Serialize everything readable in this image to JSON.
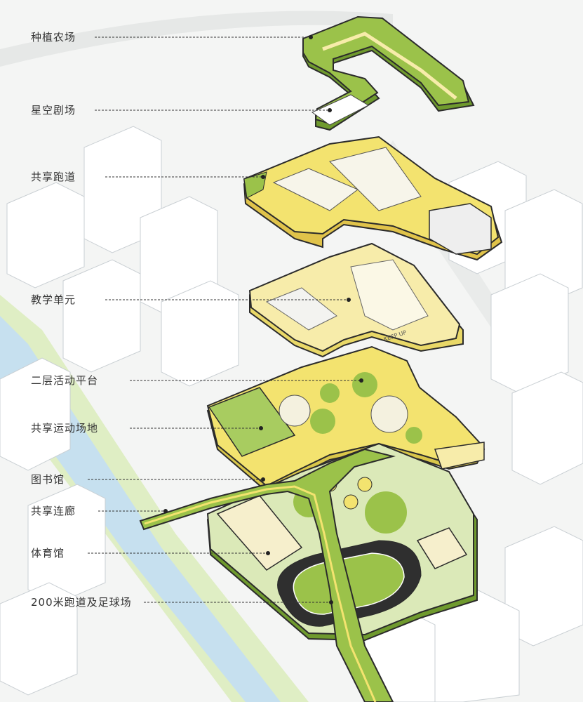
{
  "labels": [
    {
      "id": "farm",
      "text": "种植农场"
    },
    {
      "id": "theater",
      "text": "星空剧场"
    },
    {
      "id": "track",
      "text": "共享跑道"
    },
    {
      "id": "teaching",
      "text": "教学单元"
    },
    {
      "id": "platform",
      "text": "二层活动平台"
    },
    {
      "id": "sports",
      "text": "共享运动场地"
    },
    {
      "id": "library",
      "text": "图书馆"
    },
    {
      "id": "corridor",
      "text": "共享连廊"
    },
    {
      "id": "gym",
      "text": "体育馆"
    },
    {
      "id": "field",
      "text": "200米跑道及足球场"
    }
  ],
  "decor_text": {
    "keep_up": "KEEP UP"
  },
  "colors": {
    "green": "#9bc24a",
    "green_dark": "#6f9a2e",
    "yellow": "#f3e36f",
    "yellow_light": "#f7ecaa",
    "outline": "#2b2b2b",
    "building": "#ffffff",
    "building_line": "#c9cfd3",
    "river": "#c6e0ef",
    "riverbank": "#dfeec4"
  }
}
